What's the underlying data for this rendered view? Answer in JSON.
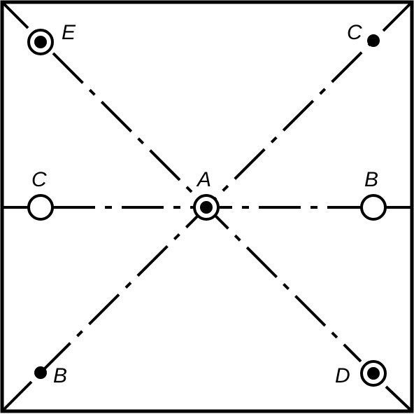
{
  "labels": {
    "A": "A",
    "B_right": "B",
    "B_bottom_left": "B",
    "C_left": "C",
    "C_top_right": "C",
    "D": "D",
    "E": "E"
  },
  "colors": {
    "line": "#000000",
    "background": "#ffffff"
  }
}
